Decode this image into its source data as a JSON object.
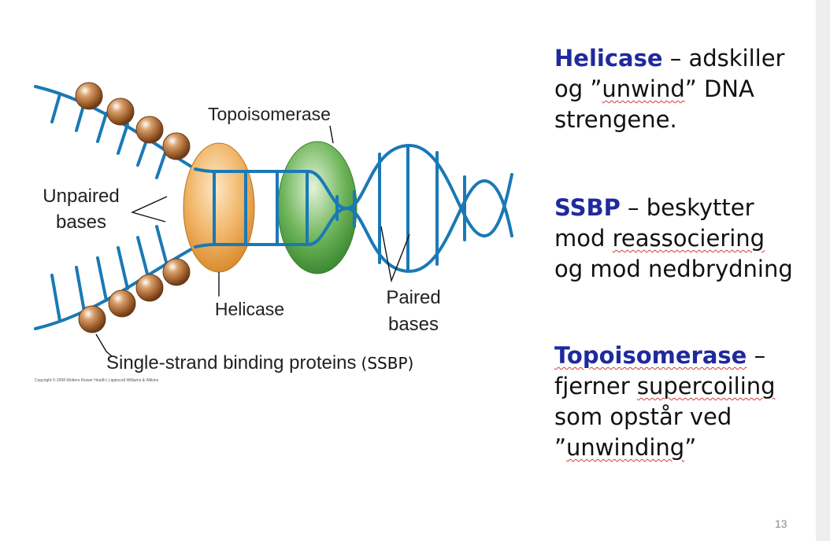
{
  "diagram": {
    "labels": {
      "topoisomerase": "Topoisomerase",
      "unpaired_line1": "Unpaired",
      "unpaired_line2": "bases",
      "helicase": "Helicase",
      "paired_line1": "Paired",
      "paired_line2": "bases",
      "ssbp_main": "Single-strand binding proteins",
      "ssbp_abbrev": "(SSBP)"
    },
    "copyright": "Copyright © 2008 Wolters Kluwer Health | Lippincott Williams & Wilkins",
    "colors": {
      "dna_strand": "#1a79b5",
      "helicase": "#f0b466",
      "topoisomerase": "#6fb55a",
      "ssbp_sphere": "#9b5b2a"
    }
  },
  "descriptions": {
    "helicase": {
      "term": "Helicase",
      "dash": " – ",
      "line1_rest": "adskiller",
      "line2_pre": "og ”",
      "line2_squig": "unwind",
      "line2_post": "” DNA",
      "line3": "strengene."
    },
    "ssbp": {
      "term": "SSBP",
      "dash": " – ",
      "line1_rest": "beskytter",
      "line2_pre": "mod ",
      "line2_squig": "reassociering",
      "line3": "og mod nedbrydning"
    },
    "topoisomerase": {
      "term": "Topoisomerase",
      "dash": " –",
      "line2_pre": "fjerner ",
      "line2_squig": "supercoiling",
      "line3": "som opstår ved",
      "line4_pre": "”",
      "line4_squig": "unwinding",
      "line4_post": "”"
    }
  },
  "page_number": "13"
}
